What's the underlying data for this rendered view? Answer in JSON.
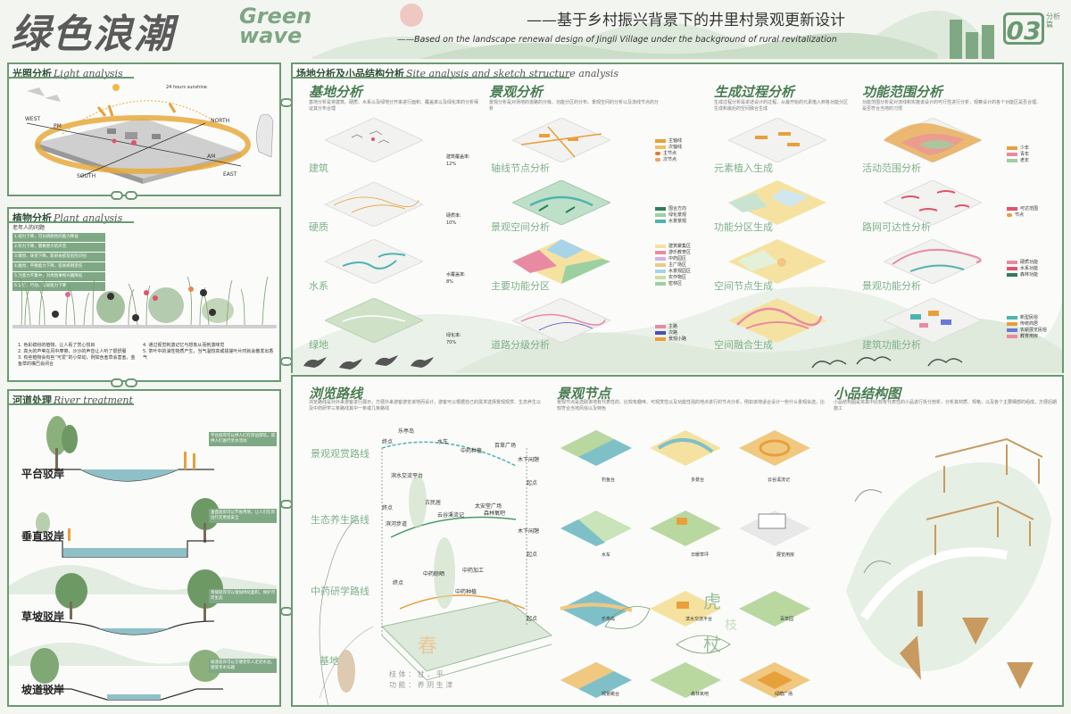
{
  "header": {
    "title_cn": "绿色浪潮",
    "title_en_1": "Green",
    "title_en_2": "wave",
    "subtitle_cn": "——基于乡村振兴背景下的井里村景观更新设计",
    "subtitle_en": "——Based on the landscape renewal design of Jingli Village under the background of rural revitalization",
    "page_no": "03",
    "page_tag": "分析篇"
  },
  "light": {
    "title_cn": "光照分析",
    "title_en": "Light analysis",
    "sunshine": "24 hours sunshine",
    "pm": "PM",
    "am": "AM",
    "west": "WEST",
    "north": "NORTH",
    "south": "SOUTH",
    "east": "EAST"
  },
  "plant": {
    "title_cn": "植物分析",
    "title_en": "Plant analysis",
    "issue_title": "老年人的问题",
    "issues": [
      "1.视力下降，可分辨颜色的能力降低",
      "2.听力下降，需要更大的声音",
      "3.嗅觉、味觉下降，影响食欲及危险识别",
      "4.触觉、平衡能力下降，容易摔倒受伤",
      "5.注意力不集中，对周围事物兴趣降低",
      "6.记忆、行动、认知能力下降"
    ],
    "notes": [
      "1. 色彩缤纷的植物，让人看了赏心悦目",
      "2. 高大的芦苇在风中摩擦，沙沙的声音让人听了很舒服",
      "3. 有些植物会有些“可爱”的小举动，例如含羞草会害羞，金鱼草的嘴巴会闭合",
      "4. 通过视觉刺激记忆与想象从而刺激味觉",
      "5. 茶叶中的油性物质产生，当气温较高或揉搓叶片时就会散发出香气"
    ]
  },
  "river": {
    "title_cn": "河道处理",
    "title_en": "River treatment",
    "banks": [
      "平台驳岸",
      "垂直驳岸",
      "草坡驳岸",
      "坡道驳岸"
    ],
    "descs": [
      "平台驳岸可以供人们在岸边游玩，或供人们进行亲水活动",
      "垂直驳岸可以节省用地，让人们在岸边行走更加安全",
      "草坡驳岸可以增加绿化面积，保护河岸生态",
      "坡道驳岸可以方便老年人走近水边，感受亲水乐趣"
    ]
  },
  "site": {
    "title_cn": "场地分析及小品结构分析",
    "title_en": "Site analysis and sketch structure analysis",
    "col_titles": [
      "基地分析",
      "景观分析",
      "生成过程分析",
      "功能范围分析"
    ],
    "col_descs": [
      "基地分析是将建筑、硬质、水系以及绿地分开来进行面积、覆盖率以及绿化率的分析保证其分布合理",
      "景观分析是对场地的道路的分级、功能分区的分布、景观空间的分析以及流线节点的分析",
      "生成过程分析是讲述设计的过程，从最开始的元素植入到各功能分区生成和最后的空间融合生成",
      "功能范围分析是对流线和实施该设计的可行性进行分析，观察设计的各个功能区是否合理、是否符合当地的习惯"
    ],
    "col1_labels": [
      "建筑",
      "硬质",
      "水系",
      "绿地"
    ],
    "col1_stats": [
      "建筑覆盖率:\n12%",
      "硬质率:\n10%",
      "水覆盖率:\n8%",
      "绿化率:\n70%"
    ],
    "col2_labels": [
      "轴线节点分析",
      "景观空间分析",
      "主要功能分区",
      "道路分级分析"
    ],
    "col3_labels": [
      "元素植入生成",
      "功能分区生成",
      "空间节点生成",
      "空间融合生成"
    ],
    "col4_labels": [
      "活动范围分析",
      "路网可达性分析",
      "景观功能分析",
      "建筑功能分析"
    ],
    "legend_axis": [
      "主轴线",
      "次轴线",
      "主节点",
      "次节点"
    ],
    "legend_space": [
      "围合方向",
      "绿化景观",
      "水景景观"
    ],
    "legend_func": [
      "建筑聚集区",
      "游乐教育区",
      "中药园区",
      "主广场区",
      "水景观园区",
      "农作物区",
      "密林区"
    ],
    "legend_road": [
      "主路",
      "次路",
      "景观小路"
    ],
    "legend_age": [
      "少年",
      "青年",
      "老年"
    ],
    "legend_reach": [
      "可达范围",
      "节点"
    ],
    "legend_landfunc": [
      "硬质功能",
      "水系功能",
      "森林功能"
    ],
    "legend_build": [
      "新型民俗",
      "传统商居",
      "农耕展览民俗",
      "教育用房"
    ]
  },
  "route": {
    "title": "浏览路线",
    "desc": "浏览路线是对外来游客进行展示，方便外来游客游览该地而设计，游客可以根据自己的需求选择景观观赏、生态养生以及中药研学三条路线其中一条或几条路线",
    "labels": [
      "景观观赏路线",
      "生态养生路线",
      "中药研学路线",
      "基地"
    ],
    "nodes": [
      "乐亭岛",
      "水车",
      "中药种植",
      "百草广场",
      "滨水交流平台",
      "古民居",
      "太安堂广场",
      "云谷溪流记",
      "森林氧吧",
      "滨河步道",
      "木下闲憩",
      "木下闲憩",
      "中药晾晒",
      "中药加工",
      "中药种植"
    ],
    "start_end": [
      "终点",
      "起点",
      "终点",
      "起点",
      "终点",
      "起点"
    ],
    "poem": [
      "春",
      "枝",
      "虎",
      "杖"
    ],
    "poem_line1": "枝 体 ： 甘 ， 平",
    "poem_line2": "功 能 ： 养 阴 生 津"
  },
  "nodes": {
    "title": "景观节点",
    "desc": "景观节点是选取该地有代表性的、比较有趣味、可观赏性以及功能性强的地点进行的节点分析，例如该地适合设计一些什么景观会选，比较符合当地风俗以及特色",
    "captions": [
      "钓鱼台",
      "多景台",
      "云谷溪流记",
      "水车",
      "日暖草坪",
      "展览用房",
      "乐亭岛",
      "滨水交流平台",
      "百草园",
      "观景眺台",
      "森林氧吧",
      "绿荫广场"
    ]
  },
  "sketch": {
    "title": "小品结构图",
    "desc": "小品结构图是将其中比较有代表性的小品进行拆分剖析，分析其材质、规格，以及各个主要细部的组成，方便后期施工"
  },
  "colors": {
    "accent": "#6a9a72",
    "orange": "#e8a03a",
    "teal": "#4fb3b0",
    "pink": "#e98aa4"
  }
}
